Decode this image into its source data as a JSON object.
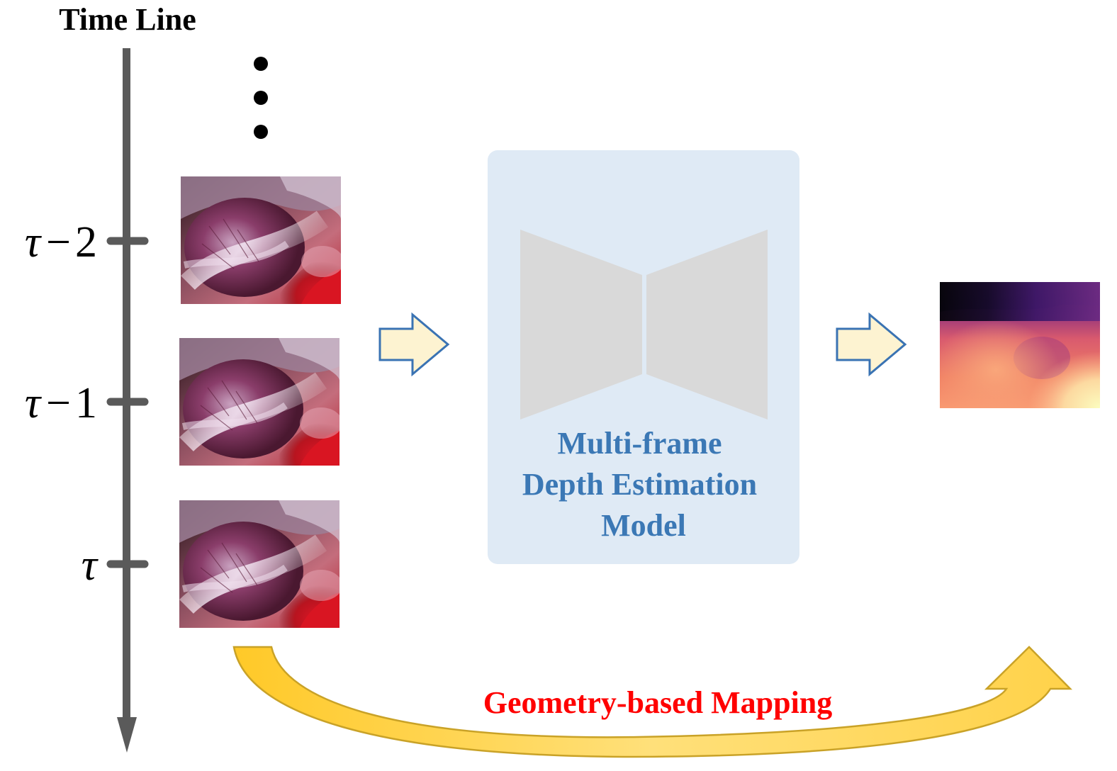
{
  "title": "Time Line",
  "ticks": [
    {
      "symbol": "τ",
      "op": "−",
      "num": "2"
    },
    {
      "symbol": "τ",
      "op": "−",
      "num": "1"
    },
    {
      "symbol": "τ",
      "op": "",
      "num": ""
    }
  ],
  "ellipsis_dots": 3,
  "model": {
    "lines": [
      "Multi-frame",
      "Depth Estimation",
      "Model"
    ]
  },
  "mapping_label": "Geometry-based Mapping",
  "colors": {
    "timeline": "#5a5a5a",
    "model_box": "#dfeaf5",
    "model_text": "#3b78b5",
    "hourglass": "#d9d9d9",
    "arrow_fill": "#fdf3d1",
    "arrow_stroke": "#3a73b3",
    "curved_arrow": "#ffd04a",
    "curved_arrow_edge": "#c9a227",
    "mapping_text": "#ff0000"
  }
}
